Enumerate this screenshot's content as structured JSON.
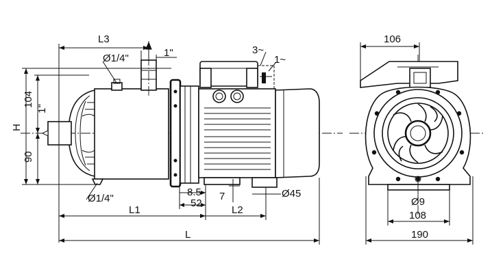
{
  "dimensions": {
    "L3": "L3",
    "port_top_dia": "Ø1/4\"",
    "outlet_size": "1\"",
    "power_three_phase": "3~",
    "power_single_phase": "1~",
    "H": "H",
    "height_104": "104",
    "height_90": "90",
    "inlet_size": "1\"",
    "port_bottom_dia": "Ø1/4\"",
    "L1": "L1",
    "L": "L",
    "foot_8_5": "8.5",
    "foot_52": "52",
    "foot_7": "7",
    "L2": "L2",
    "motor_dia_45": "Ø45",
    "end_width_106": "106",
    "hole_dia_9": "Ø9",
    "base_108": "108",
    "base_190": "190"
  }
}
